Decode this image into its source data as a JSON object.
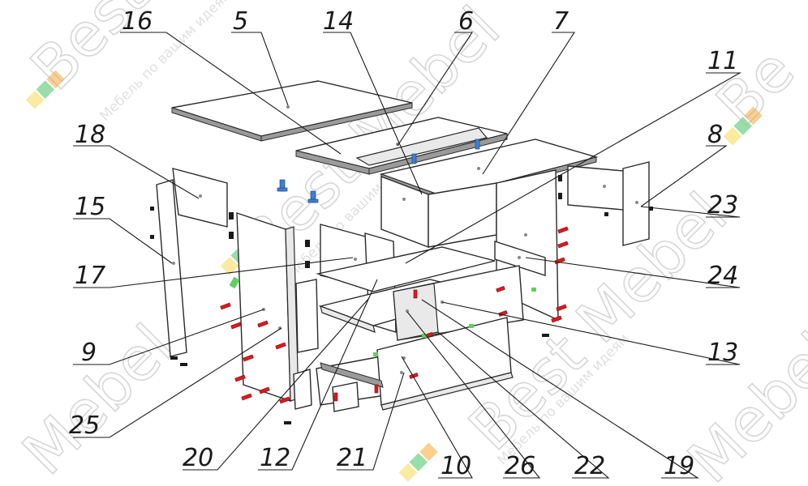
{
  "diagram": {
    "part_numbers": [
      {
        "id": "p16",
        "label": "16"
      },
      {
        "id": "p5",
        "label": "5"
      },
      {
        "id": "p14",
        "label": "14"
      },
      {
        "id": "p6",
        "label": "6"
      },
      {
        "id": "p7",
        "label": "7"
      },
      {
        "id": "p11",
        "label": "11"
      },
      {
        "id": "p18",
        "label": "18"
      },
      {
        "id": "p8",
        "label": "8"
      },
      {
        "id": "p15",
        "label": "15"
      },
      {
        "id": "p23",
        "label": "23"
      },
      {
        "id": "p17",
        "label": "17"
      },
      {
        "id": "p24",
        "label": "24"
      },
      {
        "id": "p9",
        "label": "9"
      },
      {
        "id": "p13",
        "label": "13"
      },
      {
        "id": "p25",
        "label": "25"
      },
      {
        "id": "p20",
        "label": "20"
      },
      {
        "id": "p12",
        "label": "12"
      },
      {
        "id": "p21",
        "label": "21"
      },
      {
        "id": "p10",
        "label": "10"
      },
      {
        "id": "p26",
        "label": "26"
      },
      {
        "id": "p22",
        "label": "22"
      },
      {
        "id": "p19",
        "label": "19"
      }
    ]
  },
  "watermark": {
    "brand": "Best Mebel",
    "slogan": "Мебель по вашим идеям"
  },
  "colors": {
    "dowel": "#e0191e",
    "connector": "#3d7fd6",
    "logo_orange": "#f6a11a",
    "logo_green": "#2fbf4f",
    "logo_yellow": "#f7d640"
  }
}
